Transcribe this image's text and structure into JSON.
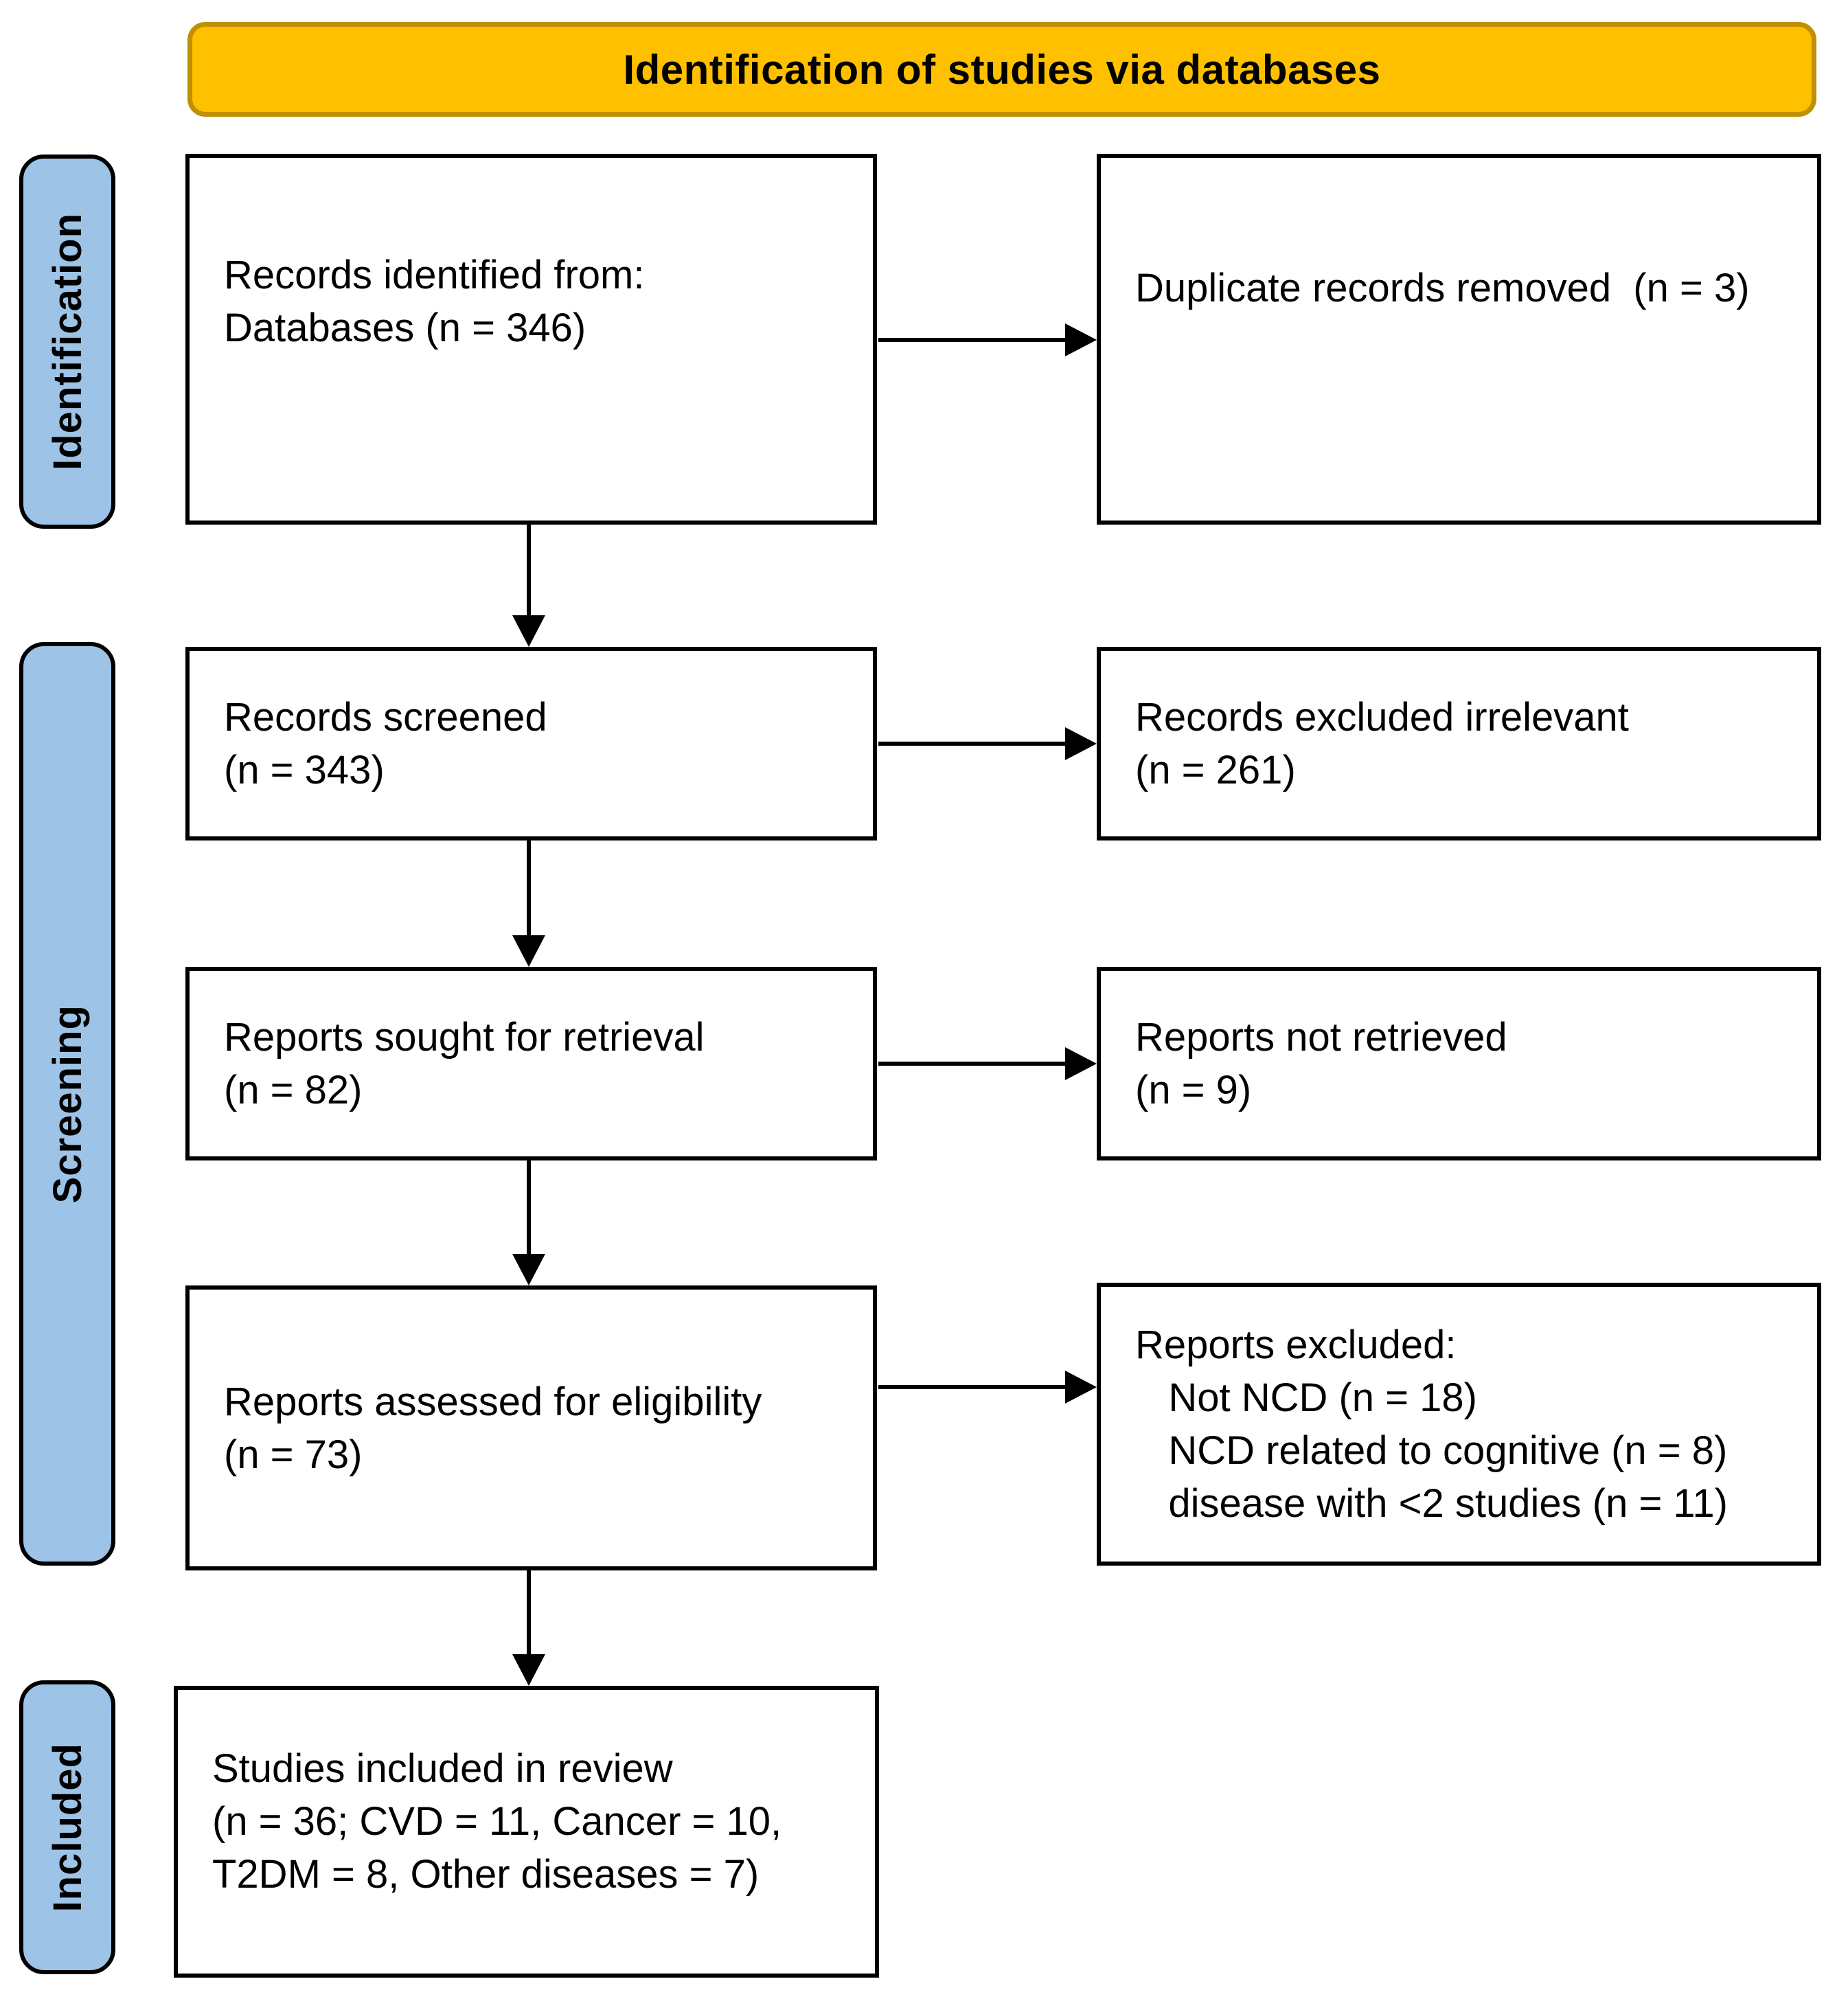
{
  "title": {
    "label": "Identification of studies via databases"
  },
  "colors": {
    "banner_fill": "#FFC000",
    "banner_border": "#BF9000",
    "stage_fill": "#9DC3E6",
    "line_color": "#000000"
  },
  "stages": [
    {
      "label": "Identification"
    },
    {
      "label": "Screening"
    },
    {
      "label": "Included"
    }
  ],
  "flow": {
    "records_identified": {
      "text": "Records identified from:\nDatabases (n = 346)"
    },
    "duplicates_removed": {
      "text": "Duplicate records removed  (n = 3)"
    },
    "records_screened": {
      "text": "Records screened\n(n = 343)"
    },
    "records_excluded": {
      "text": "Records excluded irrelevant\n(n = 261)"
    },
    "reports_sought": {
      "text": "Reports sought for retrieval\n(n = 82)"
    },
    "reports_not_retrieved": {
      "text": "Reports not retrieved\n(n = 9)"
    },
    "reports_assessed": {
      "text": "Reports assessed for eligibility\n(n = 73)"
    },
    "reports_excluded": {
      "text": "Reports excluded:\n   Not NCD (n = 18)\n   NCD related to cognitive (n = 8)\n   disease with <2 studies (n = 11)"
    },
    "studies_included": {
      "text": "Studies included in review\n(n = 36; CVD = 11, Cancer = 10,\nT2DM = 8, Other diseases = 7)"
    }
  }
}
